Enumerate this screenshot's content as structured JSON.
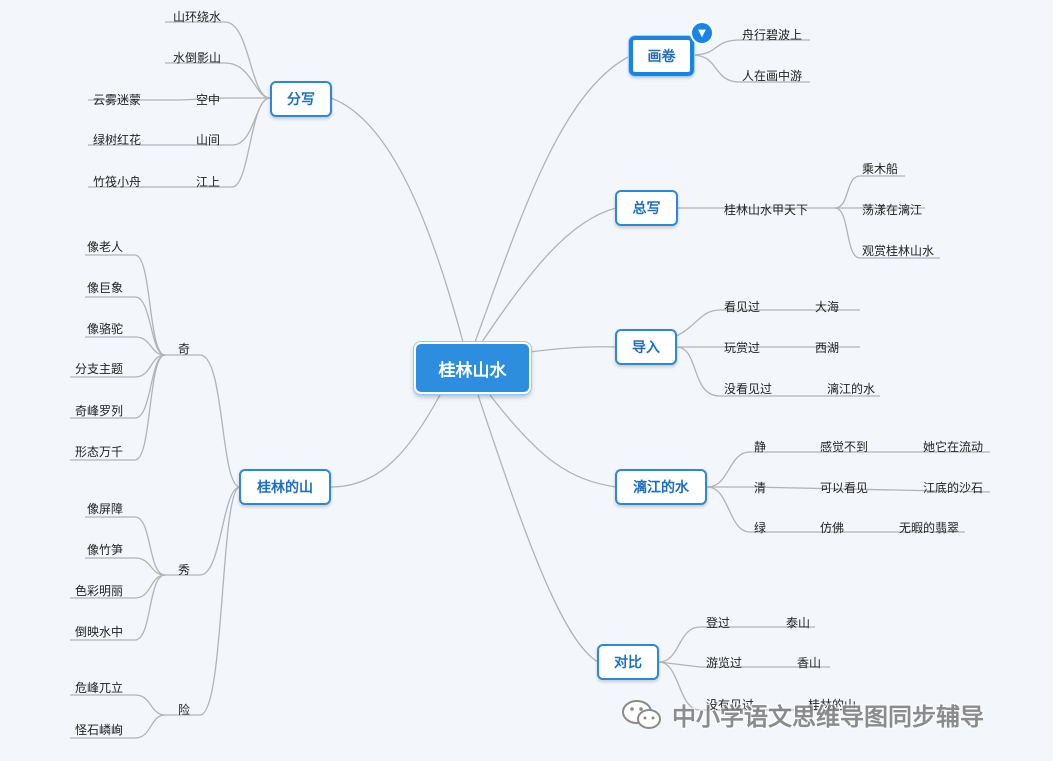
{
  "root": "桂林山水",
  "branches": {
    "fenxie": "分写",
    "huajuan": "画卷",
    "zongxie": "总写",
    "daoru": "导入",
    "lijiang": "漓江的水",
    "duibi": "对比",
    "shan": "桂林的山"
  },
  "fenxie_items": [
    "山环绕水",
    "水倒影山",
    "空中",
    "山间",
    "江上"
  ],
  "fenxie_leaves": [
    "云雾迷蒙",
    "绿树红花",
    "竹筏小舟"
  ],
  "huajuan_items": [
    "舟行碧波上",
    "人在画中游"
  ],
  "zongxie_mid": "桂林山水甲天下",
  "zongxie_items": [
    "乘木船",
    "荡漾在漓江",
    "观赏桂林山水"
  ],
  "daoru_rows": [
    {
      "a": "看见过",
      "b": "大海"
    },
    {
      "a": "玩赏过",
      "b": "西湖"
    },
    {
      "a": "没看见过",
      "b": "漓江的水"
    }
  ],
  "lijiang_rows": [
    {
      "a": "静",
      "b": "感觉不到",
      "c": "她它在流动"
    },
    {
      "a": "清",
      "b": "可以看见",
      "c": "江底的沙石"
    },
    {
      "a": "绿",
      "b": "仿佛",
      "c": "无暇的翡翠"
    }
  ],
  "duibi_rows": [
    {
      "a": "登过",
      "b": "泰山"
    },
    {
      "a": "游览过",
      "b": "香山"
    },
    {
      "a": "没有见过",
      "b": "桂林的山"
    }
  ],
  "shan_groups": {
    "qi": "奇",
    "xiu": "秀",
    "xian": "险"
  },
  "qi_items": [
    "像老人",
    "像巨象",
    "像骆驼",
    "分支主题",
    "奇峰罗列",
    "形态万千"
  ],
  "xiu_items": [
    "像屏障",
    "像竹笋",
    "色彩明丽",
    "倒映水中"
  ],
  "xian_items": [
    "危峰兀立",
    "怪石嶙峋"
  ],
  "badge_icon": "dropdown-triangle-icon",
  "watermark": {
    "text": "中小学语文思维导图同步辅导",
    "icon": "wechat-icon"
  },
  "colors": {
    "background": "#f3f6fb",
    "accent": "#2a89d8",
    "root_fill": "#2d8ee0",
    "line": "#b0b0b0"
  }
}
